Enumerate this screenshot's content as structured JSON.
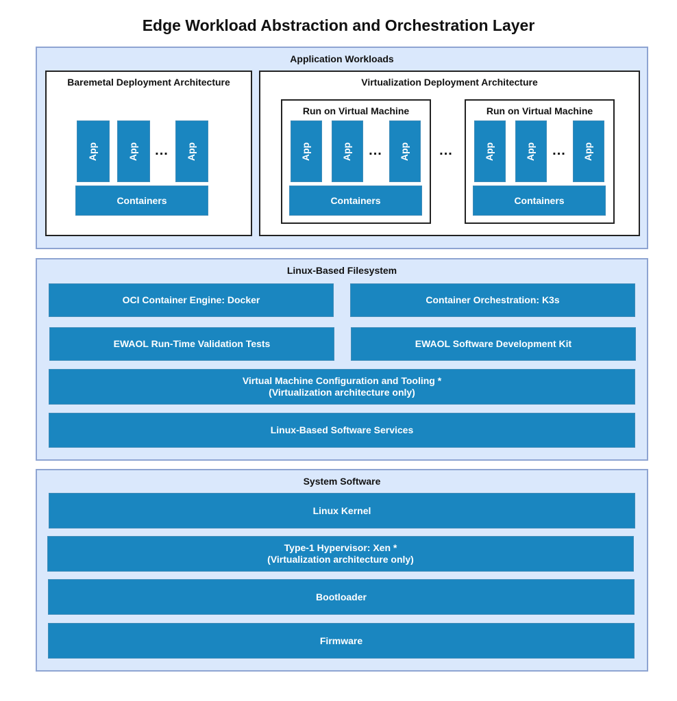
{
  "title": "Edge Workload Abstraction and Orchestration Layer",
  "colors": {
    "layer_fill": "#dae8fc",
    "layer_border": "#8ea4d2",
    "component_fill": "#1a86c0",
    "component_text": "#ffffff"
  },
  "application_workloads": {
    "label": "Application Workloads",
    "baremetal": {
      "label": "Baremetal Deployment Architecture",
      "apps": [
        "App",
        "App",
        "App"
      ],
      "ellipsis": "...",
      "containers": "Containers"
    },
    "virtualization": {
      "label": "Virtualization Deployment Architecture",
      "between_vms_ellipsis": "...",
      "vms": [
        {
          "label": "Run on Virtual Machine",
          "apps": [
            "App",
            "App",
            "App"
          ],
          "ellipsis": "...",
          "containers": "Containers"
        },
        {
          "label": "Run on Virtual Machine",
          "apps": [
            "App",
            "App",
            "App"
          ],
          "ellipsis": "...",
          "containers": "Containers"
        }
      ]
    }
  },
  "filesystem": {
    "label": "Linux-Based Filesystem",
    "components": [
      "OCI Container Engine: Docker",
      "Container Orchestration: K3s",
      "EWAOL Run-Time Validation Tests",
      "EWAOL Software Development Kit"
    ],
    "vm_tooling": {
      "line1": "Virtual Machine Configuration and Tooling *",
      "line2": "(Virtualization architecture only)"
    },
    "services": "Linux-Based Software Services"
  },
  "system_software": {
    "label": "System Software",
    "kernel": "Linux Kernel",
    "hypervisor": {
      "line1": "Type-1 Hypervisor: Xen *",
      "line2": "(Virtualization architecture only)"
    },
    "bootloader": "Bootloader",
    "firmware": "Firmware"
  }
}
